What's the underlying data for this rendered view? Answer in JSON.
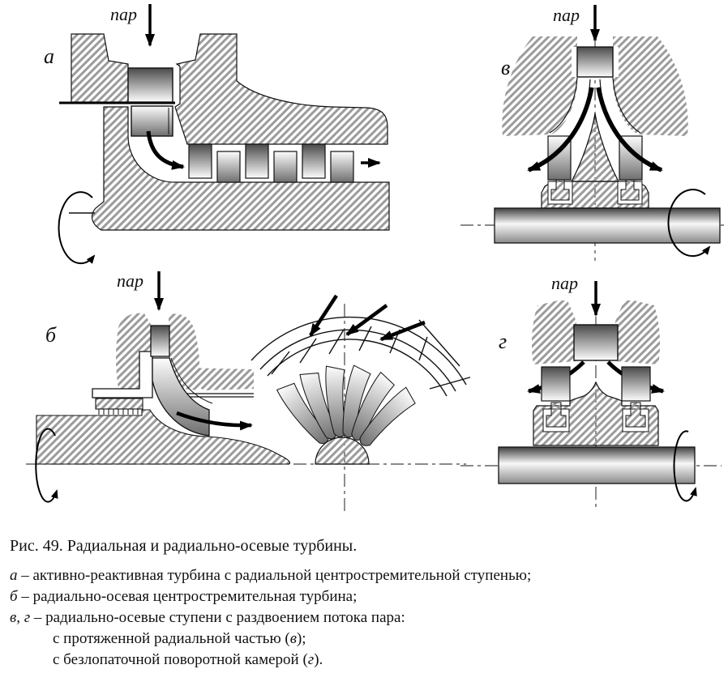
{
  "figure": {
    "background_color": "#ffffff",
    "ink_color": "#111111",
    "hatch_color": "#9b9b9b",
    "shade_dark": "#4a4a4a",
    "shade_light": "#fdfdfd"
  },
  "diagrams": {
    "a": {
      "label": "а",
      "steam_label": "пар"
    },
    "b": {
      "label": "б",
      "steam_label": "пар"
    },
    "v": {
      "label": "в",
      "steam_label": "пар"
    },
    "g": {
      "label": "г",
      "steam_label": "пар"
    }
  },
  "caption": {
    "title": "Рис. 49. Радиальная и радиально-осевые турбины.",
    "items": [
      {
        "lead": "а",
        "body": " – активно-реактивная турбина с радиальной центростремительной ступенью;",
        "tail_italic": "",
        "tail": ""
      },
      {
        "lead": "б",
        "body": " – радиально-осевая центростремительная турбина;",
        "tail_italic": "",
        "tail": ""
      },
      {
        "lead": "в, г",
        "body": " – радиально-осевые ступени с раздвоением потока пара:",
        "tail_italic": "",
        "tail": ""
      },
      {
        "lead": "",
        "body": "с протяженной радиальной частью (",
        "tail_italic": "в",
        "tail": ");"
      },
      {
        "lead": "",
        "body": "с безлопаточной поворотной камерой (",
        "tail_italic": "г",
        "tail": ")."
      }
    ]
  }
}
